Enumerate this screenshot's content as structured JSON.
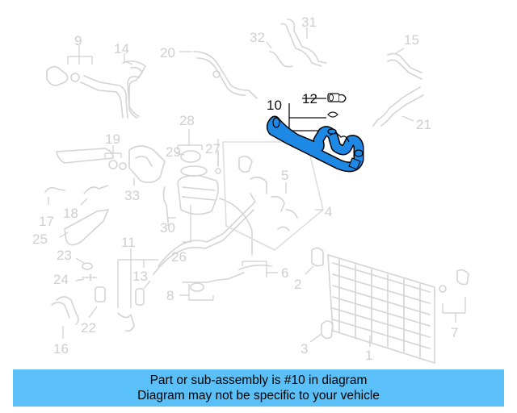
{
  "highlight_color": "#1e88e5",
  "caption_bg": "#5bc0f8",
  "part_numbers": [
    "1",
    "2",
    "2",
    "3",
    "4",
    "5",
    "6",
    "7",
    "8",
    "9",
    "10",
    "11",
    "12",
    "13",
    "14",
    "15",
    "16",
    "17",
    "18",
    "19",
    "20",
    "21",
    "22",
    "23",
    "24",
    "25",
    "26",
    "27",
    "28",
    "29",
    "30",
    "31",
    "32",
    "33"
  ],
  "highlighted_parts": [
    "10",
    "12"
  ],
  "caption": {
    "line1": "Part or sub-assembly is #10 in diagram",
    "line2": "Diagram may not be specific to your vehicle"
  }
}
